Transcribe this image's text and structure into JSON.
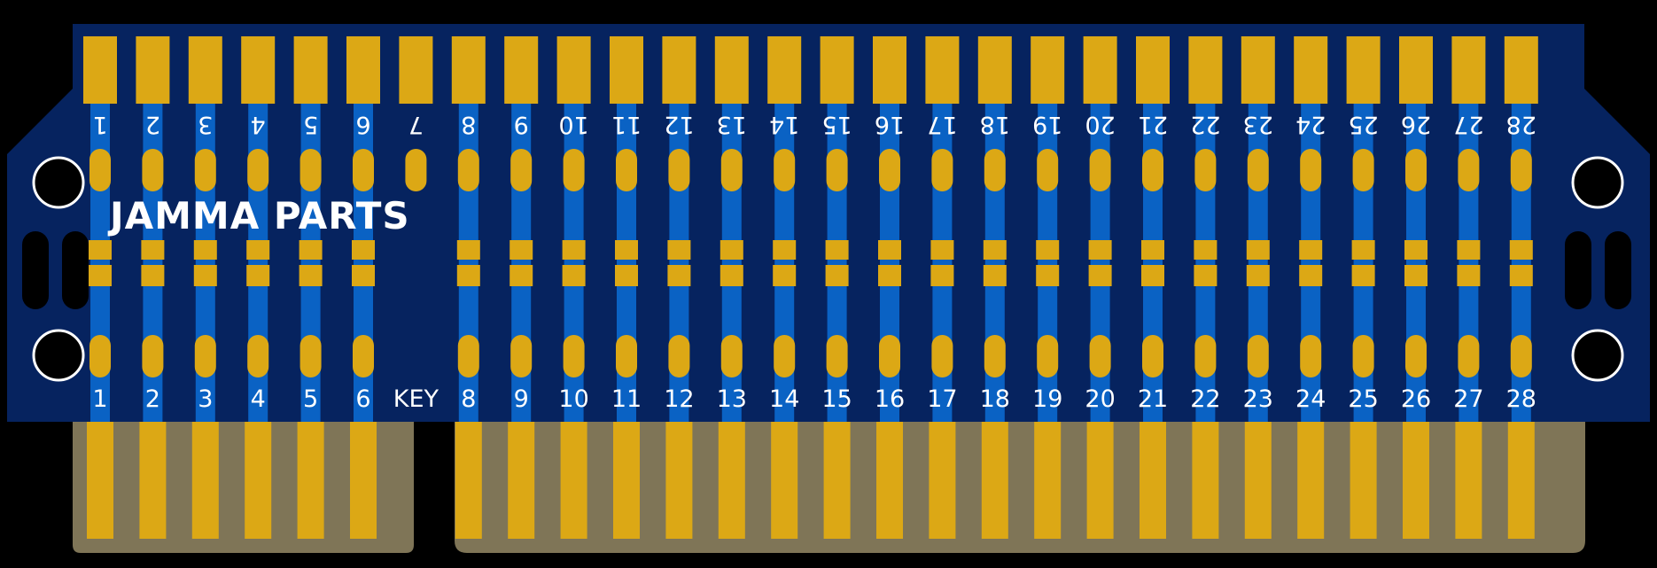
{
  "board": {
    "brand_text": "JAMMA PARTS",
    "pin_count": 28,
    "key_pin": 7,
    "bottom_pin_labels": [
      "1",
      "2",
      "3",
      "4",
      "5",
      "6",
      "KEY",
      "8",
      "9",
      "10",
      "11",
      "12",
      "13",
      "14",
      "15",
      "16",
      "17",
      "18",
      "19",
      "20",
      "21",
      "22",
      "23",
      "24",
      "25",
      "26",
      "27",
      "28"
    ],
    "top_pin_labels": [
      "1",
      "2",
      "3",
      "4",
      "5",
      "6",
      "7",
      "8",
      "9",
      "10",
      "11",
      "12",
      "13",
      "14",
      "15",
      "16",
      "17",
      "18",
      "19",
      "20",
      "21",
      "22",
      "23",
      "24",
      "25",
      "26",
      "27",
      "28"
    ]
  },
  "colors": {
    "background": "#000000",
    "board": "#06235f",
    "board_edge": "#0b3a8a",
    "trace": "#0a62c4",
    "copper": "#dca815",
    "finger_area": "#7f7557",
    "text": "#ffffff",
    "hole_ring": "#ffffff",
    "hole": "#000000"
  }
}
